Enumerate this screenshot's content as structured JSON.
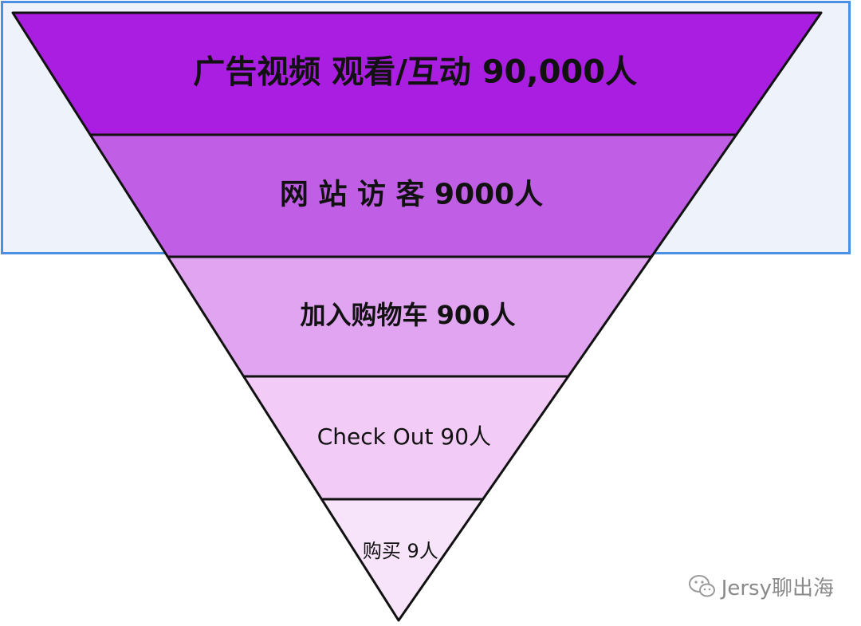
{
  "funnel": {
    "stages": [
      {
        "label": "广告视频 观看/互动  90,000人",
        "fill": "#a91ee0"
      },
      {
        "label": "网 站 访 客  9000人",
        "fill": "#c15ee6"
      },
      {
        "label": "加入购物车  900人",
        "fill": "#e0a4f0"
      },
      {
        "label": "Check Out 90人",
        "fill": "#f2ccf7"
      },
      {
        "label": "购买 9人",
        "fill": "#f7e4fa"
      }
    ],
    "outline_color": "#111111",
    "highlight_color": "#4a90e2"
  },
  "watermark": {
    "text": "Jersy聊出海",
    "icon": "wechat-icon"
  }
}
